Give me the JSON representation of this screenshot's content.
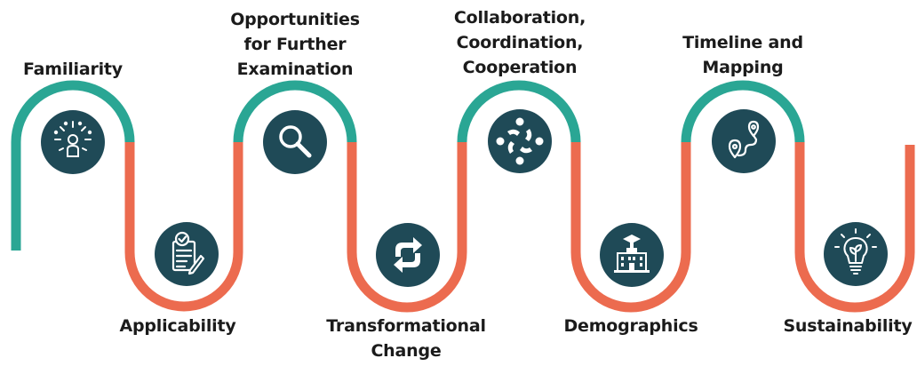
{
  "colors": {
    "teal": "#2aa694",
    "coral": "#ec6b4f",
    "icon_bg": "#1f4a57",
    "icon_fg": "#ffffff"
  },
  "steps": [
    {
      "lines": [
        "Familiarity"
      ],
      "icon": "person-radiance-icon"
    },
    {
      "lines": [
        "Applicability"
      ],
      "icon": "checklist-document-icon"
    },
    {
      "lines": [
        "Opportunities",
        "for Further",
        "Examination"
      ],
      "icon": "magnifier-icon"
    },
    {
      "lines": [
        "Transformational",
        "Change"
      ],
      "icon": "refresh-arrows-icon"
    },
    {
      "lines": [
        "Collaboration,",
        "Coordination,",
        "Cooperation"
      ],
      "icon": "people-circle-icon"
    },
    {
      "lines": [
        "Demographics"
      ],
      "icon": "school-building-icon"
    },
    {
      "lines": [
        "Timeline and",
        "Mapping"
      ],
      "icon": "route-pins-icon"
    },
    {
      "lines": [
        "Sustainability"
      ],
      "icon": "eco-lightbulb-icon"
    }
  ]
}
